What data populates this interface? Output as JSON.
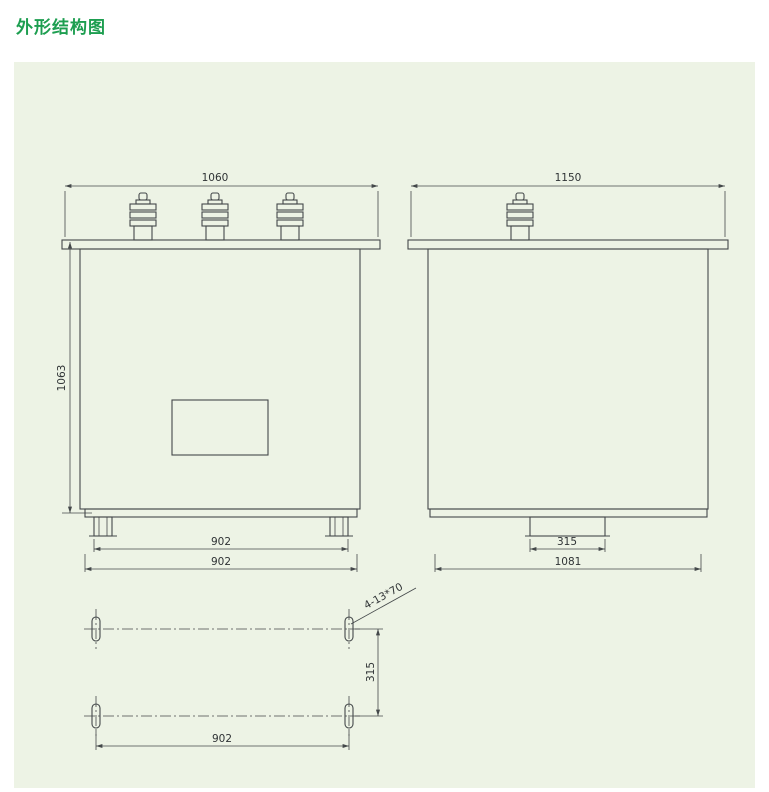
{
  "page": {
    "title": "外形结构图"
  },
  "colors": {
    "title_green": "#1d9e50",
    "panel_background": "#edf3e5",
    "line_color": "#44484a"
  },
  "diagram": {
    "front_view": {
      "dim_top_width": "1060",
      "dim_height": "1063",
      "dim_foot_span": "902",
      "dim_base_width": "902"
    },
    "side_view": {
      "dim_top_width": "1150",
      "dim_foot_width": "315",
      "dim_base_width": "1081"
    },
    "bottom_view": {
      "hole_callout": "4-13*70",
      "dim_row_spacing": "315",
      "dim_hole_spacing": "902"
    }
  }
}
